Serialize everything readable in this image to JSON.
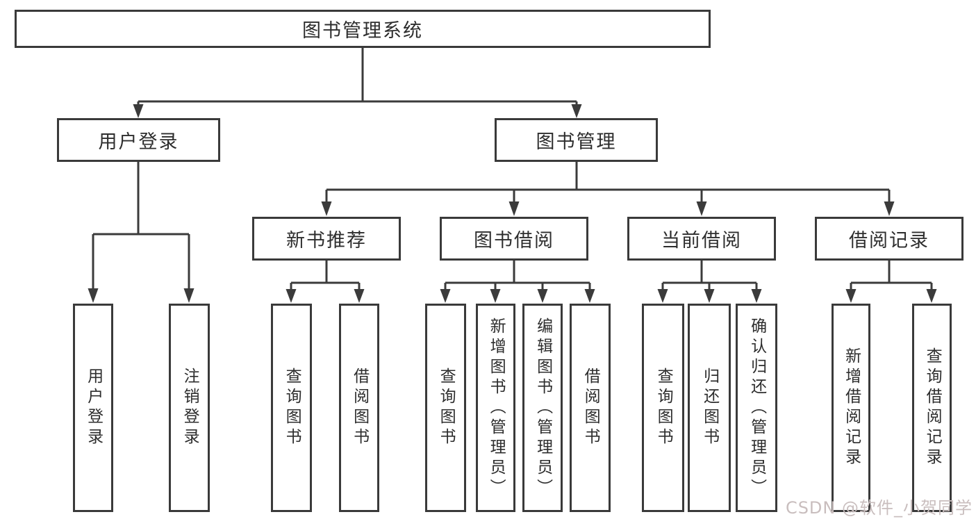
{
  "diagram": {
    "type": "tree",
    "root": "图书管理系统",
    "tree": [
      {
        "label": "用户登录",
        "children": [
          {
            "label": "用户登录"
          },
          {
            "label": "注销登录"
          }
        ]
      },
      {
        "label": "图书管理",
        "children": [
          {
            "label": "新书推荐",
            "children": [
              {
                "label": "查询图书"
              },
              {
                "label": "借阅图书"
              }
            ]
          },
          {
            "label": "图书借阅",
            "children": [
              {
                "label": "查询图书"
              },
              {
                "label": "新增图书（管理员）"
              },
              {
                "label": "编辑图书（管理员）"
              },
              {
                "label": "借阅图书"
              }
            ]
          },
          {
            "label": "当前借阅",
            "children": [
              {
                "label": "查询图书"
              },
              {
                "label": "归还图书"
              },
              {
                "label": "确认归还（管理员）"
              }
            ]
          },
          {
            "label": "借阅记录",
            "children": [
              {
                "label": "新增借阅记录"
              },
              {
                "label": "查询借阅记录"
              }
            ]
          }
        ]
      }
    ],
    "colors": {
      "line": "#3b3b3b",
      "box_border": "#3a3a3a",
      "text": "#2d2d2d",
      "background": "#ffffff",
      "watermark": "#c9bebe"
    }
  },
  "watermark": {
    "text": "CSDN @软件_小贺同学"
  }
}
